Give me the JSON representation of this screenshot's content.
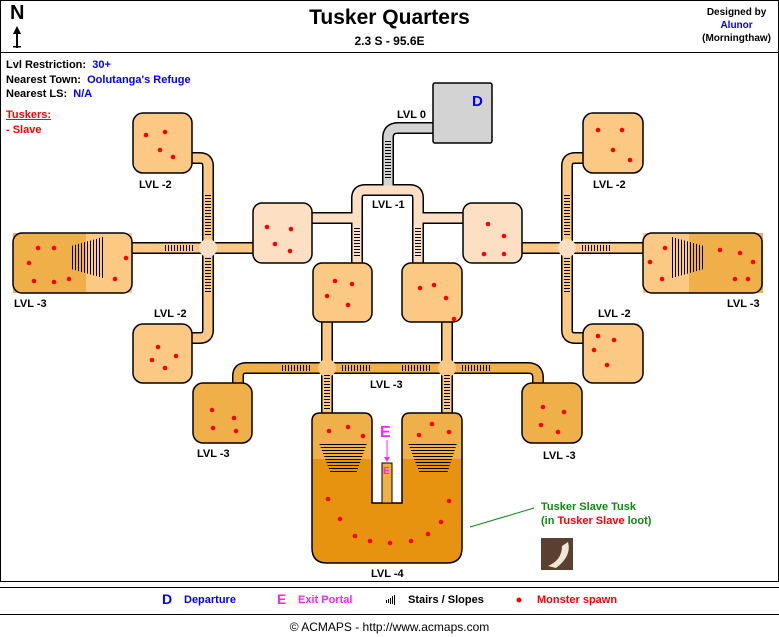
{
  "header": {
    "north": "N",
    "title": "Tusker Quarters",
    "coords": "2.3 S - 95.6E",
    "designed_by": "Designed by",
    "author": "Alunor",
    "server": "(Morningthaw)"
  },
  "info": {
    "lvl_label": "Lvl Restriction:",
    "lvl_value": "30+",
    "town_label": "Nearest Town:",
    "town_value": "Oolutanga's Refuge",
    "ls_label": "Nearest LS:",
    "ls_value": "N/A"
  },
  "tuskers": {
    "heading": "Tuskers:",
    "items": [
      "- Slave"
    ]
  },
  "map": {
    "departure_marker": "D",
    "exit_marker": "E",
    "levels": {
      "lvl0": "LVL 0",
      "lvl_m1": "LVL -1",
      "lvl_m2": "LVL -2",
      "lvl_m3": "LVL -3",
      "lvl_m4": "LVL -4"
    }
  },
  "loot": {
    "item": "Tusker Slave Tusk",
    "prefix": "(in ",
    "source": "Tusker Slave",
    "suffix": " loot)"
  },
  "legend": {
    "departure_key": "D",
    "departure": "Departure",
    "exit_key": "E",
    "exit": "Exit Portal",
    "stairs": "Stairs / Slopes",
    "spawn": "Monster spawn"
  },
  "footer": "© ACMAPS - http://www.acmaps.com",
  "colors": {
    "level0": "#d3d3d3",
    "level_m1": "#fde0c4",
    "level_m2": "#fcc985",
    "level_m3": "#efb04a",
    "level_m4": "#e8930f",
    "spawn": "#ff0000",
    "departure": "#0000ff",
    "exit": "#ff22ff",
    "loot": "#108810"
  }
}
